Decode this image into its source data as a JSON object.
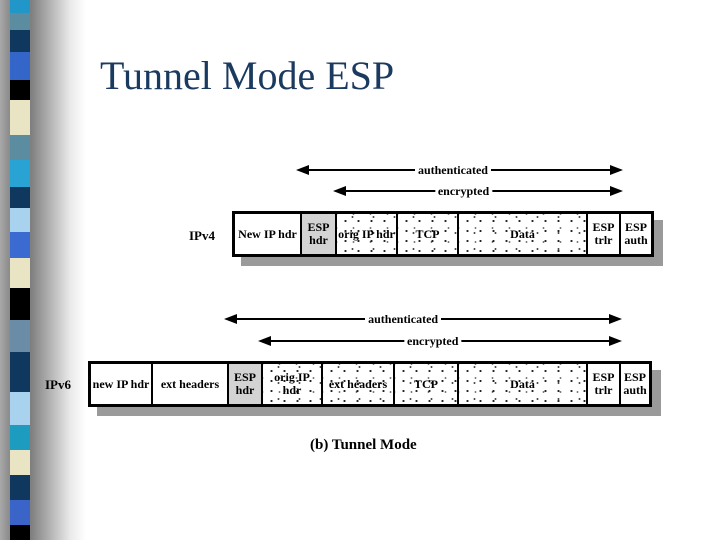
{
  "slide": {
    "title": "Tunnel Mode ESP",
    "caption": "(b) Tunnel Mode"
  },
  "ipv4": {
    "label": "IPv4",
    "arrows": {
      "authenticated": "authenticated",
      "encrypted": "encrypted"
    },
    "cells": [
      {
        "label": "New IP hdr",
        "fill": "plain"
      },
      {
        "label": "ESP hdr",
        "fill": "gray"
      },
      {
        "label": "orig IP hdr",
        "fill": "speckled"
      },
      {
        "label": "TCP",
        "fill": "speckled"
      },
      {
        "label": "Data",
        "fill": "speckled"
      },
      {
        "label": "ESP trlr",
        "fill": "plain"
      },
      {
        "label": "ESP auth",
        "fill": "plain"
      }
    ]
  },
  "ipv6": {
    "label": "IPv6",
    "arrows": {
      "authenticated": "authenticated",
      "encrypted": "encrypted"
    },
    "cells": [
      {
        "label": "new IP hdr",
        "fill": "plain"
      },
      {
        "label": "ext headers",
        "fill": "plain"
      },
      {
        "label": "ESP hdr",
        "fill": "gray"
      },
      {
        "label": "orig IP hdr",
        "fill": "speckled"
      },
      {
        "label": "ext headers",
        "fill": "speckled"
      },
      {
        "label": "TCP",
        "fill": "speckled"
      },
      {
        "label": "Data",
        "fill": "speckled"
      },
      {
        "label": "ESP trlr",
        "fill": "plain"
      },
      {
        "label": "ESP auth",
        "fill": "plain"
      }
    ]
  },
  "colors": {
    "title_text": "#1b3a5f",
    "shaded_box": "#d3d3d3",
    "row_shadow": "#9a9a9a",
    "diagram_ink": "#000000"
  },
  "stripe": {
    "blocks": [
      {
        "color": "#2196c8",
        "h": 13
      },
      {
        "color": "#5b8ca0",
        "h": 17
      },
      {
        "color": "#10375e",
        "h": 22
      },
      {
        "color": "#3465c8",
        "h": 28
      },
      {
        "color": "#000000",
        "h": 20
      },
      {
        "color": "#e9e5c4",
        "h": 35
      },
      {
        "color": "#5b8ca0",
        "h": 25
      },
      {
        "color": "#29a3d4",
        "h": 27
      },
      {
        "color": "#10375e",
        "h": 21
      },
      {
        "color": "#a9d2ee",
        "h": 24
      },
      {
        "color": "#3b6bd0",
        "h": 26
      },
      {
        "color": "#e9e5c4",
        "h": 30
      },
      {
        "color": "#000000",
        "h": 32
      },
      {
        "color": "#6b8ca6",
        "h": 32
      },
      {
        "color": "#10375e",
        "h": 40
      },
      {
        "color": "#a9d2ee",
        "h": 33
      },
      {
        "color": "#1e9cc0",
        "h": 25
      },
      {
        "color": "#e9e5c4",
        "h": 25
      },
      {
        "color": "#10375e",
        "h": 25
      },
      {
        "color": "#3b64c8",
        "h": 25
      },
      {
        "color": "#000000",
        "h": 15
      }
    ]
  }
}
